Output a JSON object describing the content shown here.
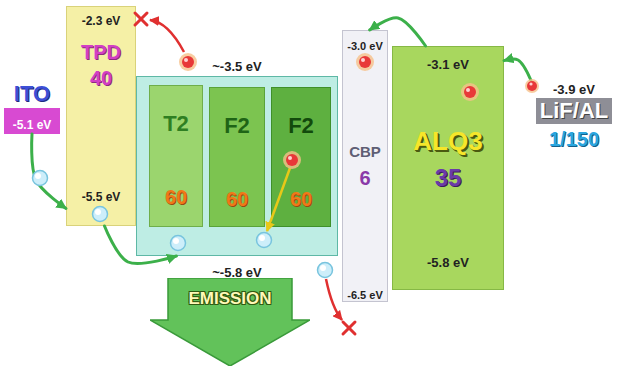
{
  "diagram": {
    "nodes": [
      {
        "text": [
          "ITO",
          "-5.1 eV"
        ]
      },
      {
        "text": [
          "-2.3 eV",
          "TPD",
          "40",
          "-5.5 eV"
        ]
      },
      {
        "text": [
          "~-3.5 eV",
          "~-5.8 eV"
        ]
      },
      {
        "text": [
          "T2",
          "60"
        ],
        "in": 2
      },
      {
        "text": [
          "F2",
          "60"
        ],
        "in": 2
      },
      {
        "text": [
          "F2",
          "60"
        ],
        "in": 2
      },
      {
        "text": [
          "-3.0 eV",
          "CBP",
          "6",
          "-6.5 eV"
        ]
      },
      {
        "text": [
          "-3.1 eV",
          "ALQ3",
          "35",
          "-5.8 eV"
        ]
      },
      {
        "text": [
          "-3.9 eV",
          "LiF/AL",
          "1/150"
        ]
      },
      {
        "text": [
          "EMISSION"
        ]
      }
    ],
    "edges": [
      {
        "from": 0,
        "to": 1,
        "arrow": "to"
      },
      {
        "from": 1,
        "to": 2,
        "arrow": "to"
      },
      {
        "from": 8,
        "to": 7,
        "arrow": "to"
      },
      {
        "from": 7,
        "to": 6,
        "arrow": "to"
      }
    ]
  }
}
